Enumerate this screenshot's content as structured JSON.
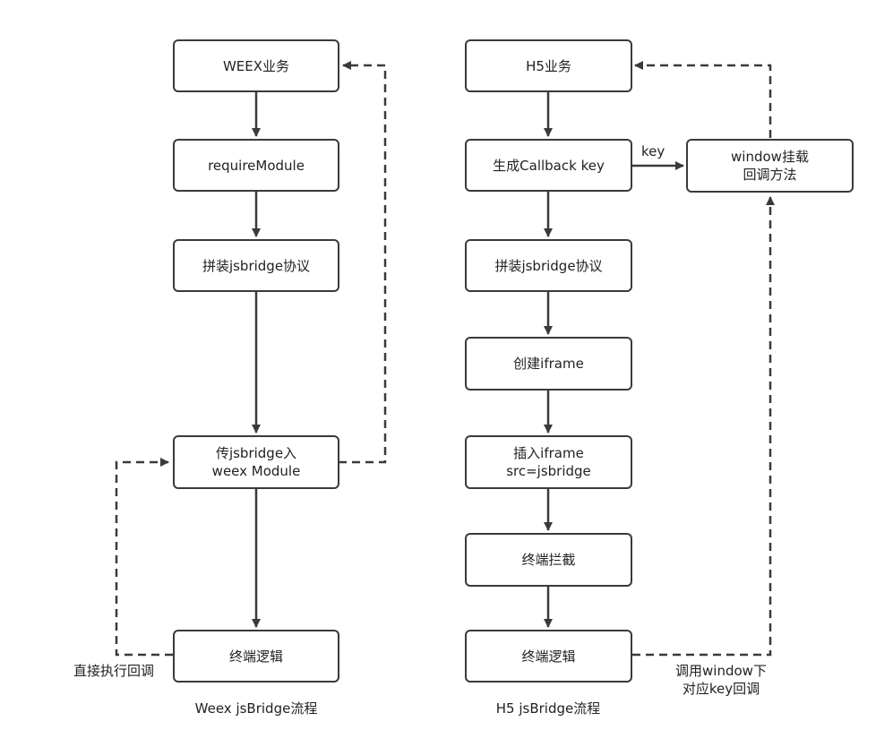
{
  "weex": {
    "caption": "Weex jsBridge流程",
    "boxes": {
      "business": "WEEX业务",
      "require_module": "requireModule",
      "assemble": "拼装jsbridge协议",
      "pass_line1": "传jsbridge入",
      "pass_line2": "weex Module",
      "terminal_logic": "终端逻辑"
    },
    "edge_labels": {
      "direct_callback": "直接执行回调"
    }
  },
  "h5": {
    "caption": "H5 jsBridge流程",
    "boxes": {
      "business": "H5业务",
      "callback_key": "生成Callback key",
      "window_mount_line1": "window挂载",
      "window_mount_line2": "回调方法",
      "assemble": "拼装jsbridge协议",
      "create_iframe": "创建iframe",
      "insert_line1": "插入iframe",
      "insert_line2": "src=jsbridge",
      "intercept": "终端拦截",
      "terminal_logic": "终端逻辑"
    },
    "edge_labels": {
      "key": "key",
      "invoke_line1": "调用window下",
      "invoke_line2": "对应key回调"
    }
  }
}
